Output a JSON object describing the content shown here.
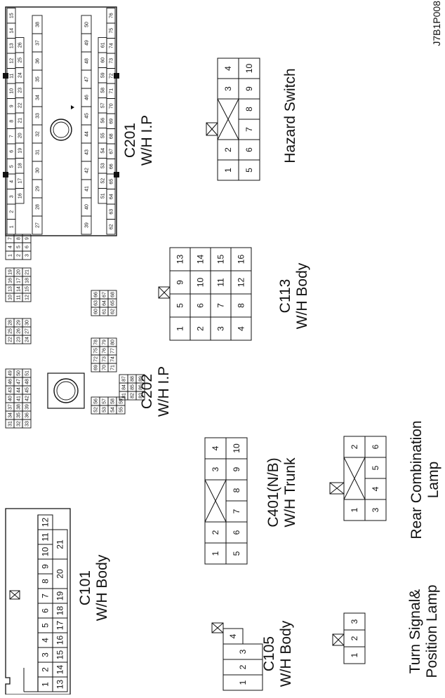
{
  "image_code": "J7B1P008",
  "connectors": {
    "c201": {
      "name": "C201",
      "harness": "W/H I.P",
      "pins_top_outer": [
        "1",
        "2",
        "3",
        "4",
        "5",
        "6",
        "7",
        "8",
        "9",
        "10",
        "11",
        "12",
        "13",
        "14",
        "15"
      ],
      "pins_top_inner": [
        "16",
        "17",
        "18",
        "19",
        "20",
        "21",
        "22",
        "23",
        "24",
        "25",
        "26"
      ],
      "pins_mid_upper": [
        "27",
        "28",
        "29",
        "30",
        "31",
        "32",
        "33",
        "34",
        "35",
        "36",
        "37",
        "38"
      ],
      "pins_mid_lower": [
        "39",
        "40",
        "41",
        "42",
        "43",
        "44",
        "45",
        "46",
        "47",
        "48",
        "49",
        "50"
      ],
      "pins_bot_inner": [
        "51",
        "52",
        "53",
        "54",
        "55",
        "56",
        "57",
        "58",
        "59",
        "60",
        "61"
      ],
      "pins_bot_outer": [
        "62",
        "63",
        "64",
        "65",
        "66",
        "67",
        "68",
        "69",
        "70",
        "71",
        "72",
        "73",
        "74",
        "75",
        "76"
      ]
    },
    "c202": {
      "name": "C202",
      "harness": "W/H I.P",
      "pins": [
        "1",
        "2",
        "3",
        "4",
        "5",
        "6",
        "7",
        "8",
        "9",
        "10",
        "11",
        "12",
        "13",
        "14",
        "15",
        "16",
        "17",
        "18",
        "19",
        "20",
        "21",
        "22",
        "23",
        "24",
        "25",
        "26",
        "27",
        "28",
        "29",
        "30",
        "31",
        "32",
        "33",
        "34",
        "35",
        "36",
        "37",
        "38",
        "39",
        "40",
        "41",
        "42",
        "43",
        "44",
        "45",
        "46",
        "47",
        "48",
        "49",
        "50",
        "51",
        "52",
        "53",
        "54",
        "55",
        "56",
        "57",
        "58",
        "59",
        "60",
        "61",
        "62",
        "63",
        "64",
        "65",
        "66",
        "67",
        "68",
        "69",
        "70",
        "71",
        "72",
        "73",
        "74",
        "75",
        "76",
        "77",
        "78",
        "79",
        "80",
        "81",
        "82",
        "83",
        "84",
        "85",
        "86",
        "87",
        "88",
        "89"
      ]
    },
    "c101": {
      "name": "C101",
      "harness": "W/H Body",
      "row1": [
        "1",
        "2",
        "3",
        "4",
        "5",
        "6",
        "7",
        "8",
        "9",
        "10",
        "11",
        "12"
      ],
      "row2": [
        "13",
        "14",
        "15",
        "16",
        "17",
        "18",
        "19",
        "20",
        "21"
      ]
    },
    "c105": {
      "name": "C105",
      "harness": "W/H Body",
      "pins": [
        "1",
        "2",
        "3",
        "4"
      ]
    },
    "c113": {
      "name": "C113",
      "harness": "W/H Body",
      "pins": [
        "1",
        "2",
        "3",
        "4",
        "5",
        "6",
        "7",
        "8",
        "9",
        "10",
        "11",
        "12",
        "13",
        "14",
        "15",
        "16"
      ]
    },
    "c401": {
      "name": "C401(N/B)",
      "harness": "W/H Trunk",
      "pins": [
        "1",
        "2",
        "3",
        "4",
        "5",
        "6",
        "7",
        "8",
        "9",
        "10"
      ]
    },
    "hazard": {
      "label": "Hazard Switch",
      "pins": [
        "1",
        "2",
        "3",
        "4",
        "5",
        "6",
        "7",
        "8",
        "9",
        "10"
      ]
    },
    "rear_combo": {
      "label_line1": "Rear Combination",
      "label_line2": "Lamp",
      "pins": [
        "1",
        "2",
        "3",
        "4",
        "5",
        "6"
      ]
    },
    "turn_signal": {
      "label_line1": "Turn Signal&",
      "label_line2": "Position Lamp",
      "pins": [
        "1",
        "2",
        "3"
      ]
    }
  }
}
